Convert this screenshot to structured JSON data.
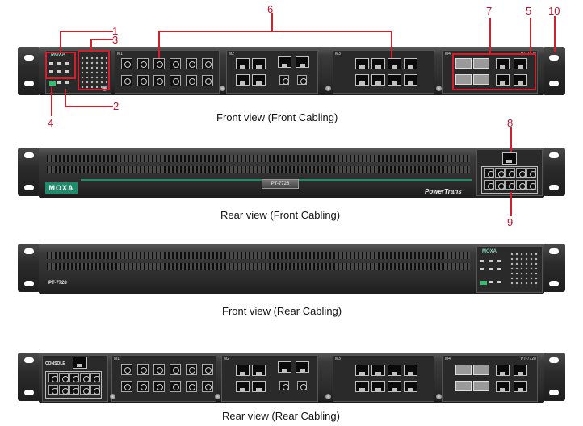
{
  "captions": {
    "front_front": "Front view (Front Cabling)",
    "rear_front": "Rear view (Front Cabling)",
    "front_rear": "Front view (Rear Cabling)",
    "rear_rear": "Rear view (Rear Cabling)"
  },
  "callouts": [
    "1",
    "2",
    "3",
    "4",
    "5",
    "6",
    "7",
    "8",
    "9",
    "10"
  ],
  "labels": {
    "moxa": "MOXA",
    "model": "PT-7728",
    "powertrans": "PowerTrans",
    "console": "CONSOLE",
    "module_m1": "M1",
    "module_m2": "M2",
    "module_m3": "M3",
    "module_m4": "M4"
  },
  "colors": {
    "callout": "#d0202e",
    "moxa_green": "#1f8b6b",
    "chassis": "#2c2c2c"
  }
}
